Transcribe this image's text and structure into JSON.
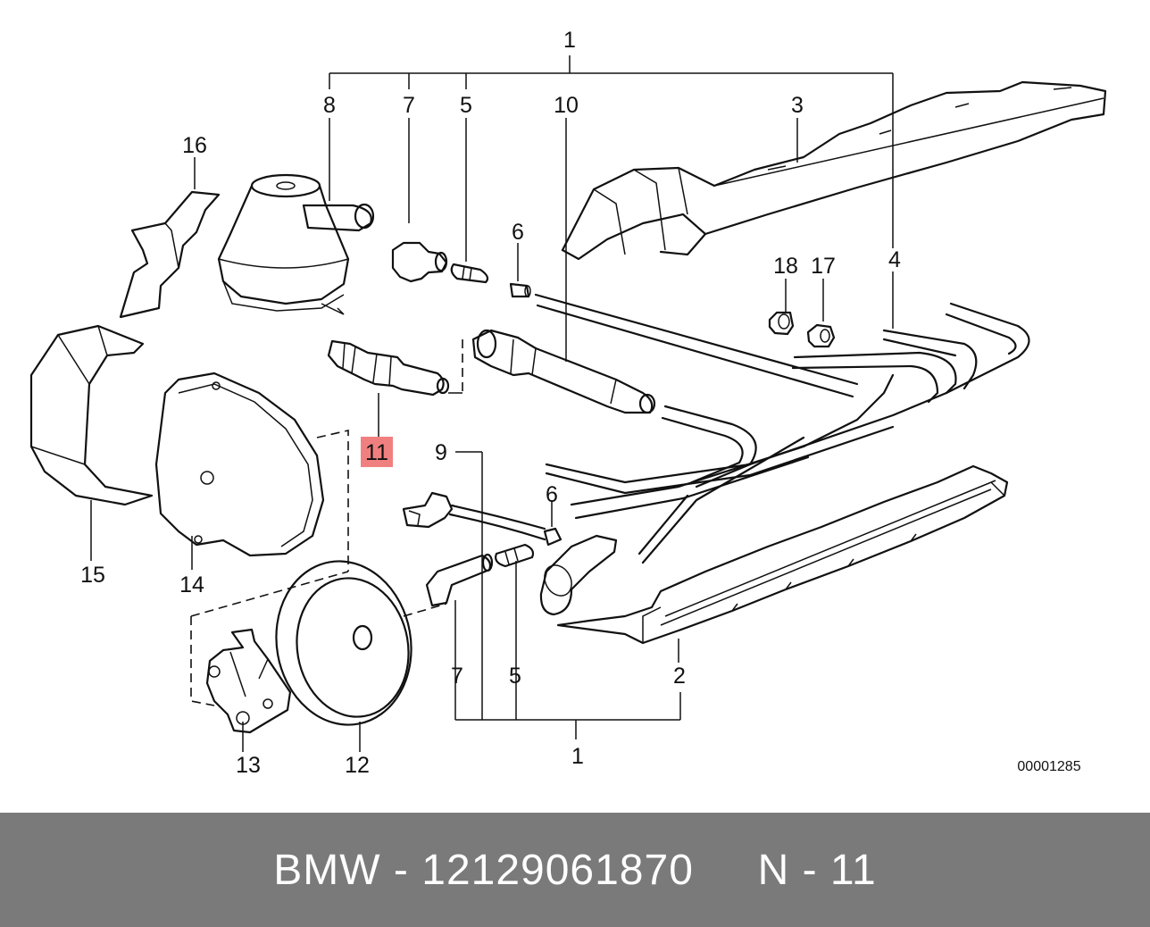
{
  "diagram": {
    "callouts": {
      "c1_top": "1",
      "c8": "8",
      "c7_top": "7",
      "c5_top": "5",
      "c10": "10",
      "c3": "3",
      "c16": "16",
      "c6_top": "6",
      "c4": "4",
      "c18": "18",
      "c17": "17",
      "c11": "11",
      "c9": "9",
      "c6_mid": "6",
      "c15": "15",
      "c14": "14",
      "c7_bottom": "7",
      "c5_bottom": "5",
      "c2": "2",
      "c1_bottom": "1",
      "c13": "13",
      "c12": "12"
    },
    "highlighted_part": "11",
    "reference_number": "00001285"
  },
  "footer": {
    "text": "BMW - 12129061870     N - 11",
    "background": "#7a7a7a",
    "text_color": "#ffffff"
  },
  "colors": {
    "highlight": "#f08080",
    "line": "#111111"
  }
}
